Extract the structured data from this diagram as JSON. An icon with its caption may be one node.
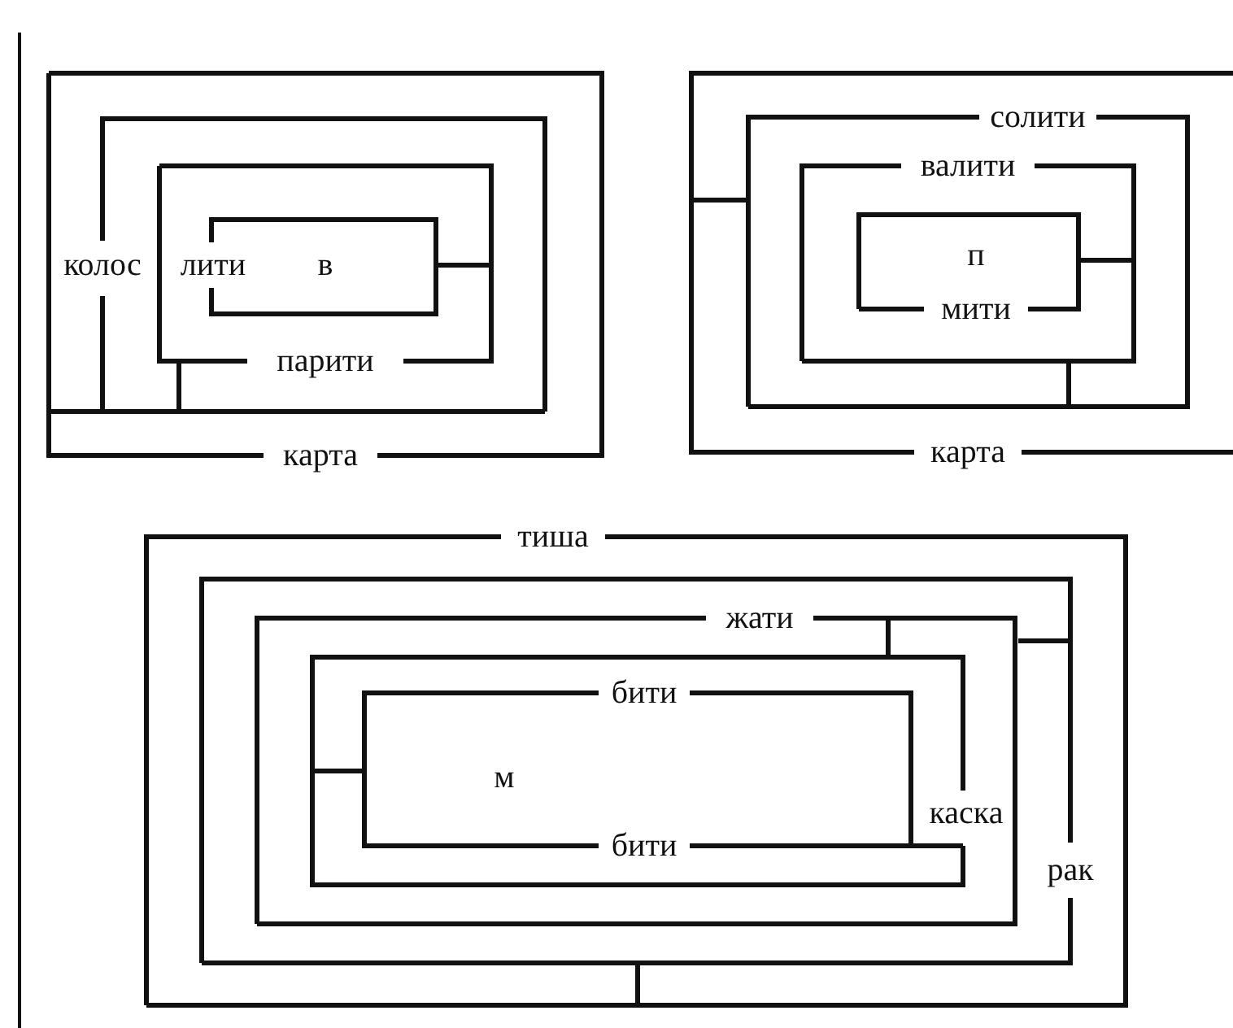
{
  "diagram": {
    "labels": [
      "колос",
      "лити",
      "в",
      "парити",
      "карта",
      "солити",
      "валити",
      "п",
      "мити",
      "карта",
      "тиша",
      "жати",
      "бити",
      "м",
      "каска",
      "бити",
      "рак"
    ]
  }
}
